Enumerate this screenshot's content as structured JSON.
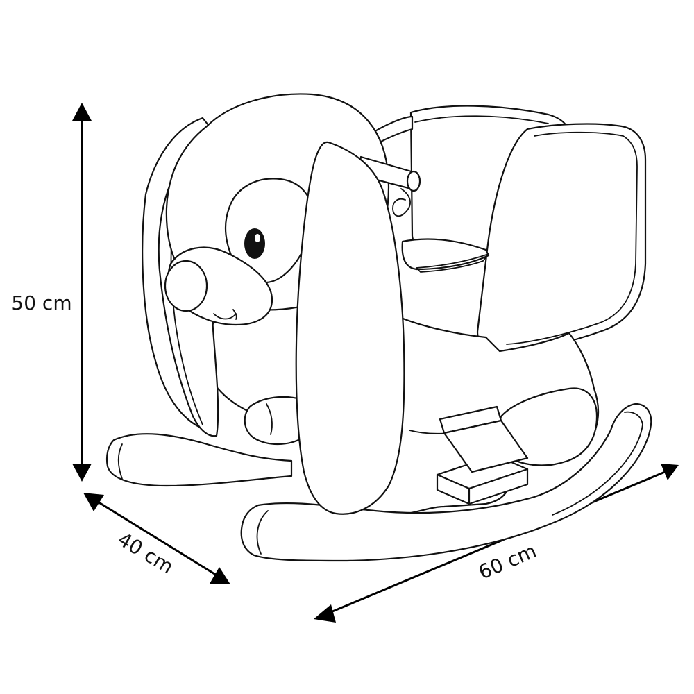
{
  "dimensions": {
    "height_label": "50 cm",
    "depth_label": "40 cm",
    "width_label": "60 cm"
  },
  "colors": {
    "outline": "#111111",
    "fill": "#ffffff"
  }
}
